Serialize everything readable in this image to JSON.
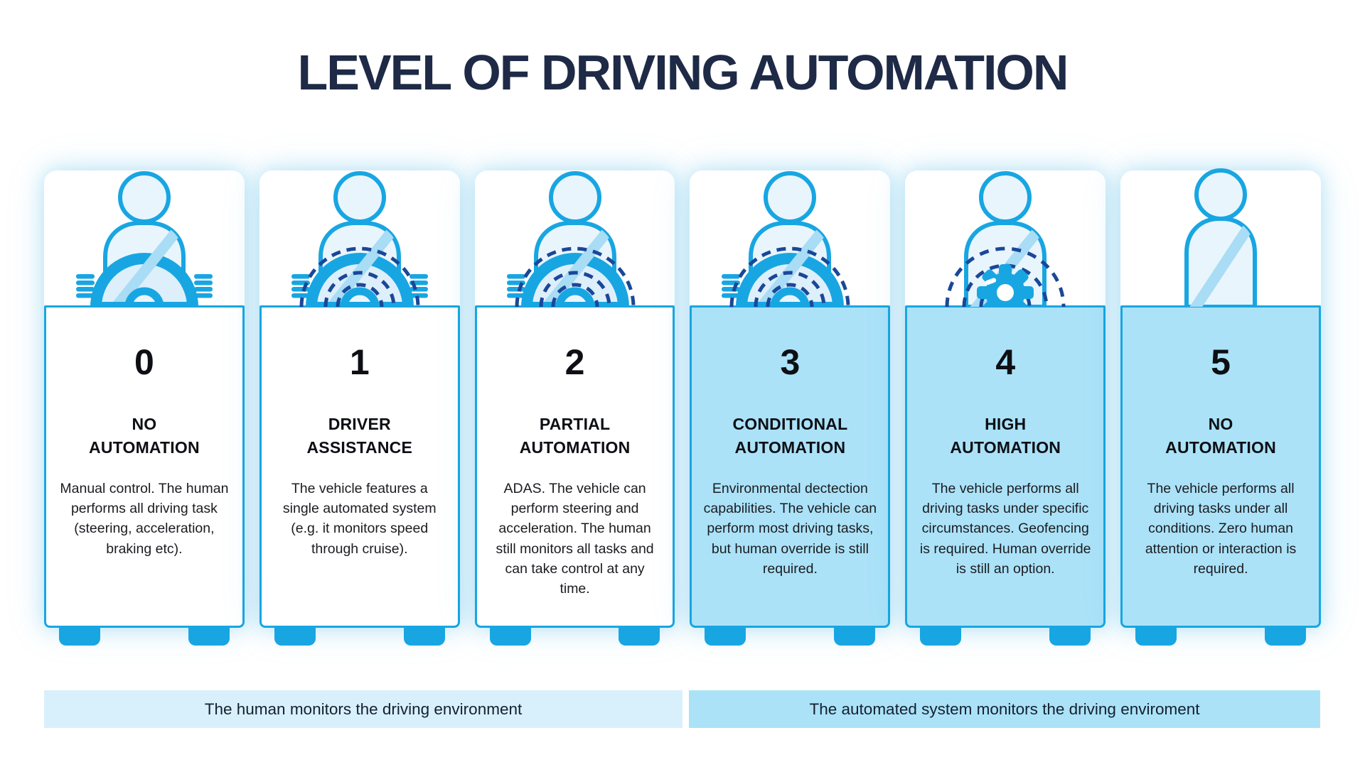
{
  "header": {
    "title": "LEVEL OF DRIVING AUTOMATION"
  },
  "colors": {
    "accent_blue": "#18a6e2",
    "dashed_navy": "#1a4798",
    "title_navy": "#1e2a46",
    "highlight_panel_fill": "#abe2f8",
    "left_banner_bg": "#d8f0fc",
    "right_banner_bg": "#abe2f8",
    "icon_body_fill": "#e9f5fc",
    "seatbelt_stripe": "#a9dcf5"
  },
  "cards": [
    {
      "number": "0",
      "title_line1": "NO",
      "title_line2": "AUTOMATION",
      "description": "Manual control. The human performs all driving task (steering, acceleration, braking etc).",
      "icon": "driver-two-hands-steering-wheel-icon",
      "highlighted": false
    },
    {
      "number": "1",
      "title_line1": "DRIVER",
      "title_line2": "ASSISTANCE",
      "description": "The vehicle features a single automated system (e.g. it monitors speed through cruise).",
      "icon": "driver-two-hands-dashed-wheel-icon",
      "highlighted": false
    },
    {
      "number": "2",
      "title_line1": "PARTIAL",
      "title_line2": "AUTOMATION",
      "description": "ADAS. The vehicle can perform steering and acceleration. The human still monitors all tasks and can take control at any time.",
      "icon": "driver-one-hand-dashed-wheel-icon",
      "highlighted": false
    },
    {
      "number": "3",
      "title_line1": "CONDITIONAL",
      "title_line2": "AUTOMATION",
      "description": "Environmental dectection capabilities. The vehicle can perform most driving tasks, but human override is still required.",
      "icon": "driver-one-hand-dashed-wheel-icon",
      "highlighted": true
    },
    {
      "number": "4",
      "title_line1": "HIGH",
      "title_line2": "AUTOMATION",
      "description": "The vehicle performs all driving tasks under specific circumstances. Geofencing is required. Human override is still an option.",
      "icon": "automated-gear-dashed-wheel-icon",
      "highlighted": true
    },
    {
      "number": "5",
      "title_line1": "NO",
      "title_line2": "AUTOMATION",
      "description": "The vehicle performs all driving tasks under all conditions. Zero human attention or interaction is required.",
      "icon": "passenger-seatbelt-icon",
      "highlighted": true
    }
  ],
  "footer": {
    "left_banner": "The human monitors the driving environment",
    "right_banner": "The automated system monitors the driving enviroment"
  }
}
